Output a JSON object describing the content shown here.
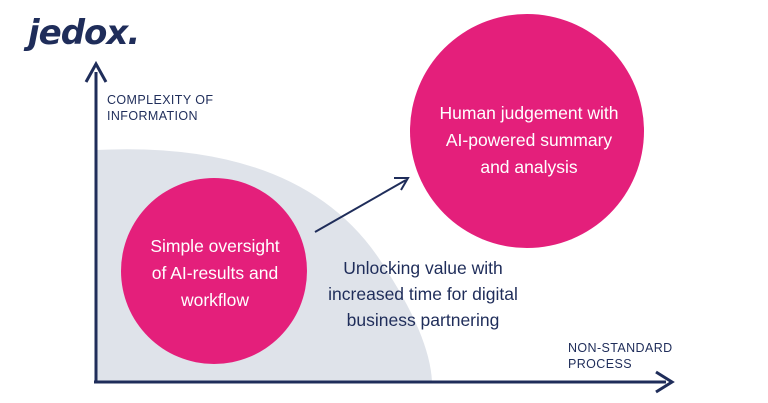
{
  "logo": {
    "text": "jedox."
  },
  "axes": {
    "y_label_line1": "COMPLEXITY OF",
    "y_label_line2": "INFORMATION",
    "x_label_line1": "NON-STANDARD",
    "x_label_line2": "PROCESS"
  },
  "circles": {
    "large": {
      "line1": "Human judgement with",
      "line2": "AI-powered summary",
      "line3": "and analysis"
    },
    "small": {
      "line1": "Simple oversight",
      "line2": "of AI-results and",
      "line3": "workflow"
    }
  },
  "center": {
    "line1": "Unlocking value with",
    "line2": "increased time for digital",
    "line3": "business partnering"
  },
  "colors": {
    "navy": "#1f2d5a",
    "pink": "#e41f7b",
    "gray_region": "#dfe3ea",
    "background": "#ffffff"
  }
}
